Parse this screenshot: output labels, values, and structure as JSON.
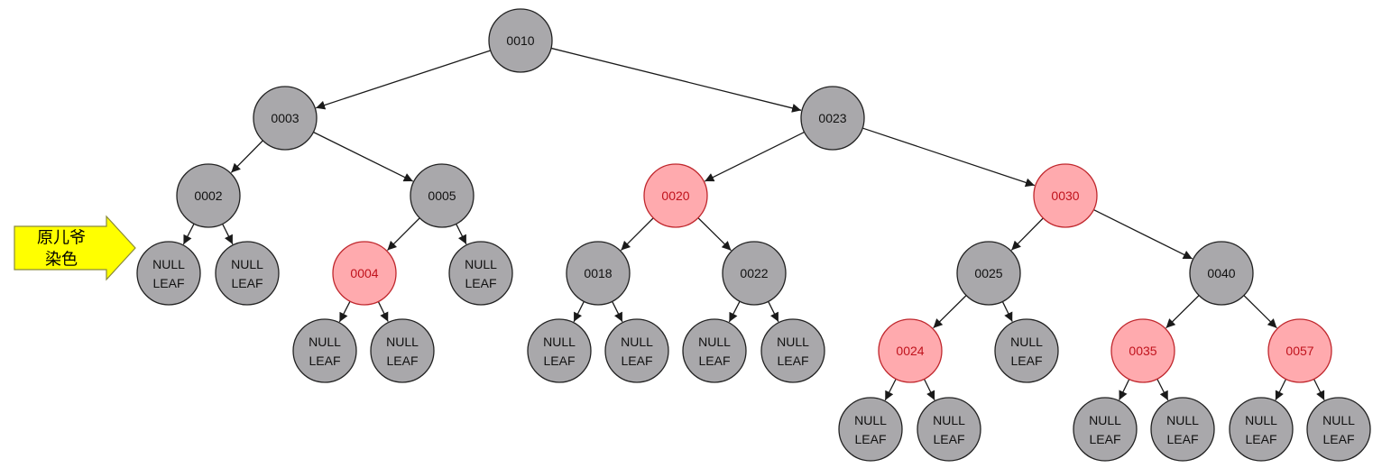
{
  "colors": {
    "black_node_fill": "#a9a8ab",
    "black_node_text": "#111111",
    "red_node_fill": "#ffaaae",
    "red_node_stroke": "#c0272d",
    "red_node_text": "#c0121c",
    "edge": "#1a1a1a",
    "callout_fill": "#ffff00"
  },
  "callout": {
    "line1": "原儿爷",
    "line2": "染色"
  },
  "nodes": [
    {
      "id": "n10",
      "label": "0010",
      "color": "black"
    },
    {
      "id": "n3",
      "label": "0003",
      "color": "black"
    },
    {
      "id": "n23",
      "label": "0023",
      "color": "black"
    },
    {
      "id": "n2",
      "label": "0002",
      "color": "black"
    },
    {
      "id": "n5",
      "label": "0005",
      "color": "black"
    },
    {
      "id": "n20",
      "label": "0020",
      "color": "red"
    },
    {
      "id": "n30",
      "label": "0030",
      "color": "red"
    },
    {
      "id": "l1",
      "label": "NULL\nLEAF",
      "color": "black"
    },
    {
      "id": "l2",
      "label": "NULL\nLEAF",
      "color": "black"
    },
    {
      "id": "n4",
      "label": "0004",
      "color": "red"
    },
    {
      "id": "l3",
      "label": "NULL\nLEAF",
      "color": "black"
    },
    {
      "id": "n18",
      "label": "0018",
      "color": "black"
    },
    {
      "id": "n22",
      "label": "0022",
      "color": "black"
    },
    {
      "id": "n25",
      "label": "0025",
      "color": "black"
    },
    {
      "id": "n40",
      "label": "0040",
      "color": "black"
    },
    {
      "id": "l4",
      "label": "NULL\nLEAF",
      "color": "black"
    },
    {
      "id": "l5",
      "label": "NULL\nLEAF",
      "color": "black"
    },
    {
      "id": "l6",
      "label": "NULL\nLEAF",
      "color": "black"
    },
    {
      "id": "l7",
      "label": "NULL\nLEAF",
      "color": "black"
    },
    {
      "id": "l8",
      "label": "NULL\nLEAF",
      "color": "black"
    },
    {
      "id": "l9",
      "label": "NULL\nLEAF",
      "color": "black"
    },
    {
      "id": "n24",
      "label": "0024",
      "color": "red"
    },
    {
      "id": "l10",
      "label": "NULL\nLEAF",
      "color": "black"
    },
    {
      "id": "n35",
      "label": "0035",
      "color": "red"
    },
    {
      "id": "n57",
      "label": "0057",
      "color": "red"
    },
    {
      "id": "l11",
      "label": "NULL\nLEAF",
      "color": "black"
    },
    {
      "id": "l12",
      "label": "NULL\nLEAF",
      "color": "black"
    },
    {
      "id": "l13",
      "label": "NULL\nLEAF",
      "color": "black"
    },
    {
      "id": "l14",
      "label": "NULL\nLEAF",
      "color": "black"
    },
    {
      "id": "l15",
      "label": "NULL\nLEAF",
      "color": "black"
    },
    {
      "id": "l16",
      "label": "NULL\nLEAF",
      "color": "black"
    }
  ],
  "edges": [
    [
      "n10",
      "n3"
    ],
    [
      "n10",
      "n23"
    ],
    [
      "n3",
      "n2"
    ],
    [
      "n3",
      "n5"
    ],
    [
      "n23",
      "n20"
    ],
    [
      "n23",
      "n30"
    ],
    [
      "n2",
      "l1"
    ],
    [
      "n2",
      "l2"
    ],
    [
      "n5",
      "n4"
    ],
    [
      "n5",
      "l3"
    ],
    [
      "n20",
      "n18"
    ],
    [
      "n20",
      "n22"
    ],
    [
      "n30",
      "n25"
    ],
    [
      "n30",
      "n40"
    ],
    [
      "n4",
      "l4"
    ],
    [
      "n4",
      "l5"
    ],
    [
      "n18",
      "l6"
    ],
    [
      "n18",
      "l7"
    ],
    [
      "n22",
      "l8"
    ],
    [
      "n22",
      "l9"
    ],
    [
      "n25",
      "n24"
    ],
    [
      "n25",
      "l10"
    ],
    [
      "n40",
      "n35"
    ],
    [
      "n40",
      "n57"
    ],
    [
      "n24",
      "l11"
    ],
    [
      "n24",
      "l12"
    ],
    [
      "n35",
      "l13"
    ],
    [
      "n35",
      "l14"
    ],
    [
      "n57",
      "l15"
    ],
    [
      "n57",
      "l16"
    ]
  ]
}
